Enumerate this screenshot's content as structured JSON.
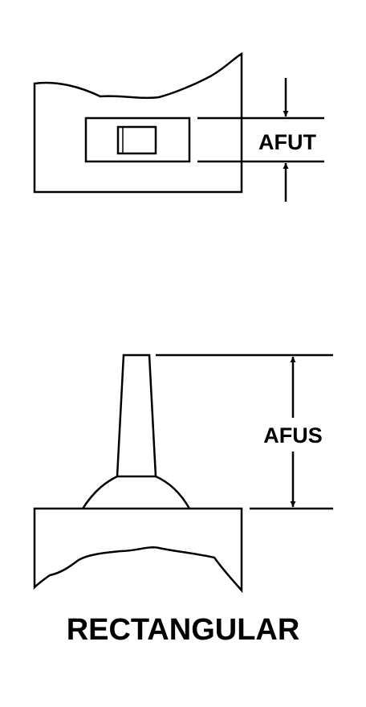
{
  "labels": {
    "thickness": "AFUT",
    "stud_height": "AFUS",
    "caption": "RECTANGULAR"
  },
  "colors": {
    "line": "#000000",
    "background": "#ffffff"
  }
}
